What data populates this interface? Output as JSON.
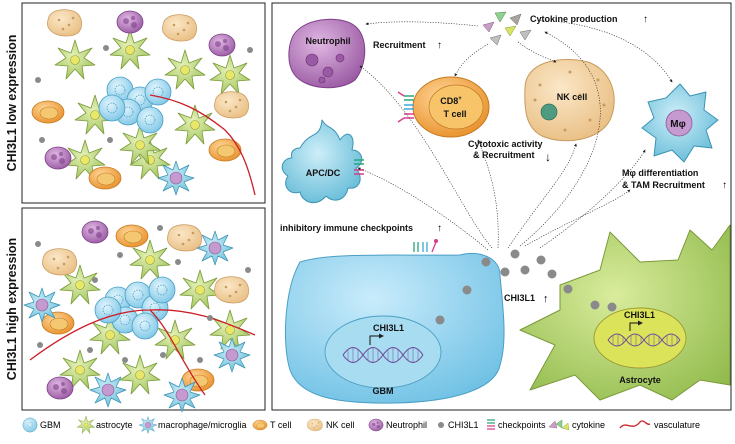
{
  "side_labels": {
    "low": "CHI3L1 low expression",
    "high": "CHI3L1 high expression"
  },
  "main": {
    "cytokine_production": "Cytokine production",
    "recruitment": "Recruitment",
    "neutrophil": "Neutrophil",
    "cd8": "CD8",
    "cd8_sup": "+",
    "t_cell": "T cell",
    "nk_cell": "NK cell",
    "macrophage": "Mφ",
    "apc_dc": "APC/DC",
    "cytotoxic_1": "Cytotoxic activity",
    "cytotoxic_2": "& Recruitment",
    "mphi_diff_1": "Mφ differentiation",
    "mphi_diff_2": "& TAM Recruitment",
    "inhibitory": "inhibitory immune checkpoints",
    "chi3l1_up": "CHI3L1",
    "gbm_gene": "CHI3L1",
    "gbm": "GBM",
    "astro_gene": "CHI3L1",
    "astrocyte": "Astrocyte"
  },
  "legend": [
    {
      "icon": "gbm-icon",
      "label": "GBM"
    },
    {
      "icon": "astrocyte-icon",
      "label": "astrocyte"
    },
    {
      "icon": "macrophage-icon",
      "label": "macrophage/microglia"
    },
    {
      "icon": "t-cell-icon",
      "label": "T cell"
    },
    {
      "icon": "nk-cell-icon",
      "label": "NK cell"
    },
    {
      "icon": "neutrophil-icon",
      "label": "Neutrophil"
    },
    {
      "icon": "chi3l1-icon",
      "label": "CHI3L1"
    },
    {
      "icon": "checkpoints-icon",
      "label": "checkpoints"
    },
    {
      "icon": "cytokine-icon",
      "label": "cytokine"
    },
    {
      "icon": "vasculature-icon",
      "label": "vasculature"
    }
  ],
  "colors": {
    "gbm": "#8fd3ee",
    "astrocyte": "#b7d66b",
    "macrophage": "#7fd0e6",
    "t_cell": "#f3a844",
    "nk_cell": "#f2cd96",
    "neutrophil": "#b277b8",
    "chi3l1": "#8a8a8a",
    "vasculature": "#cc1f28",
    "checkpoint_a": "#2aa67a",
    "checkpoint_b": "#d83a8c",
    "checkpoint_c": "#3aa8d8"
  }
}
